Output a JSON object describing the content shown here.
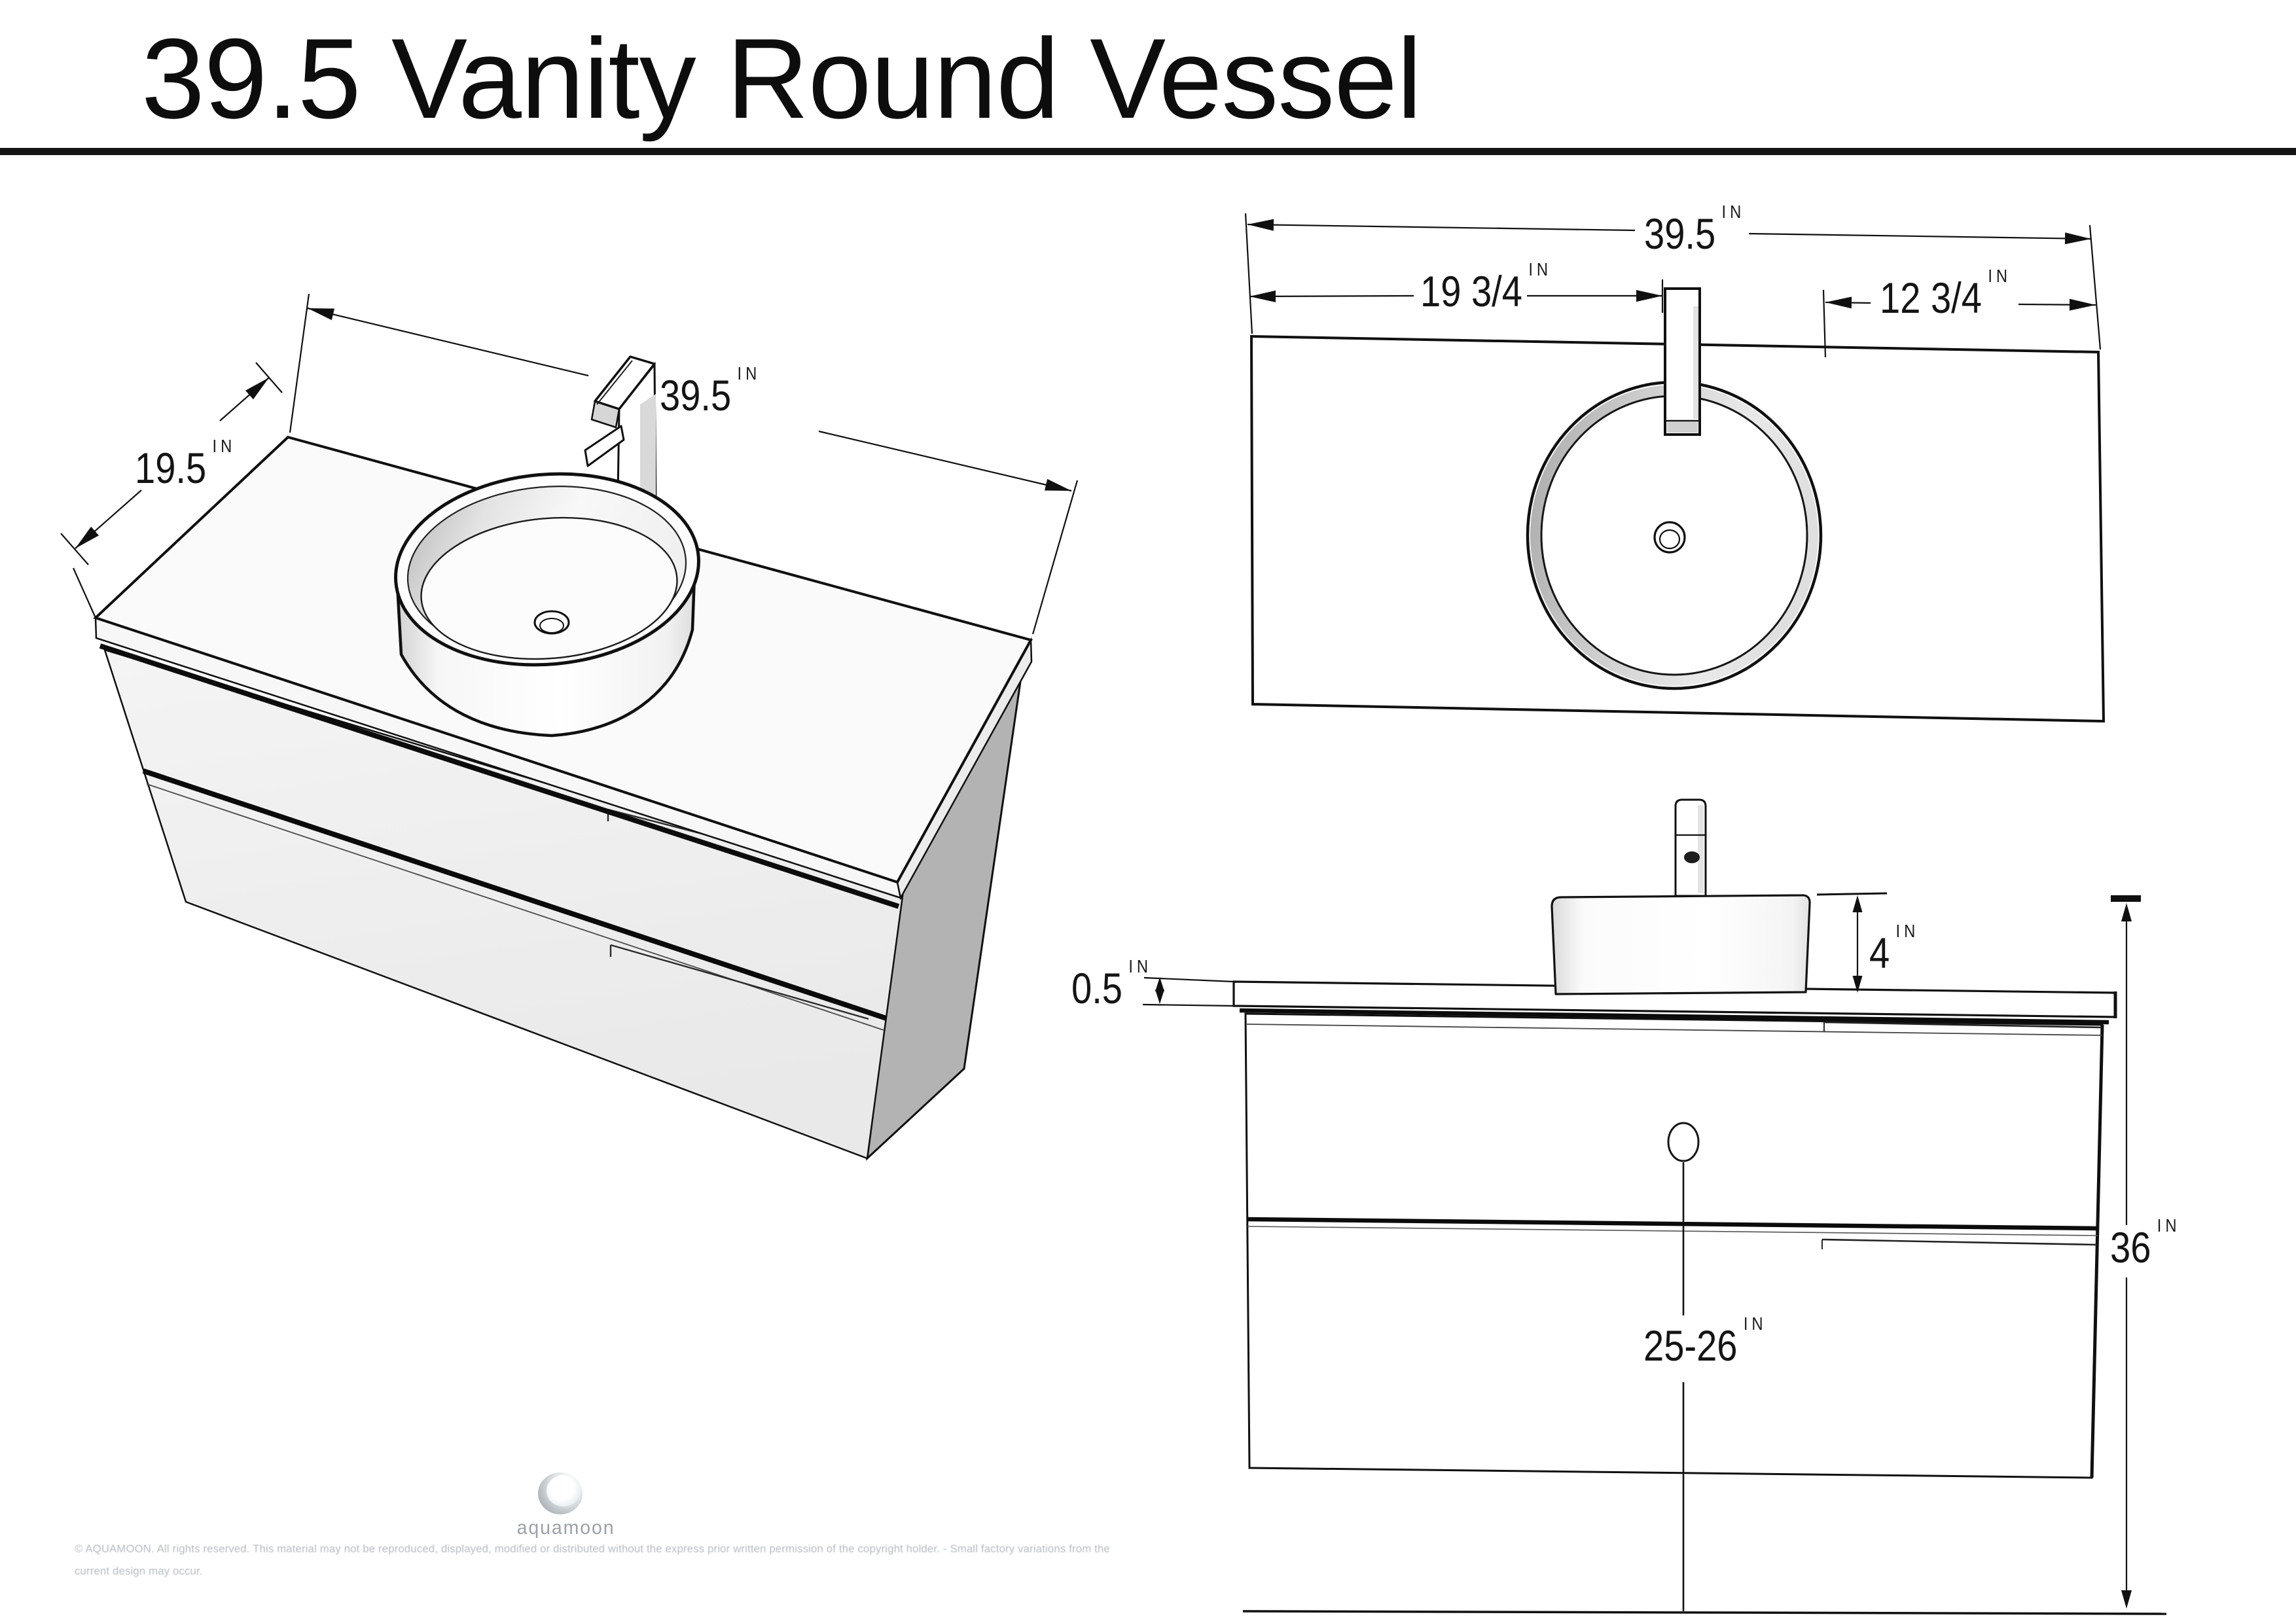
{
  "title": "39.5 Vanity Round Vessel",
  "unit": "IN",
  "views": {
    "perspective": {
      "width": "39.5",
      "depth": "19.5"
    },
    "top": {
      "overall_width": "39.5",
      "left_edge_to_faucet": "19 3/4",
      "faucet_to_right_edge": "12 3/4"
    },
    "front": {
      "countertop_thickness": "0.5",
      "vessel_height": "4",
      "floor_to_counter_height": "36",
      "floor_to_cabinet_bottom": "25-26"
    }
  },
  "footer": {
    "logo_text": "aquamoon",
    "copyright_line1": "© AQUAMOON. All rights reserved. This material may not be reproduced, displayed, modified or distributed without the express prior written permission of the copyright holder. - Small factory variations from the",
    "copyright_line2": "current design may occur."
  },
  "colors": {
    "line": "#101010",
    "background": "#ffffff",
    "cabinet_side_gray": "#b3b3b3",
    "light_face_gray": "#f0f0f0",
    "logo_gray": "#9aa1a8"
  }
}
